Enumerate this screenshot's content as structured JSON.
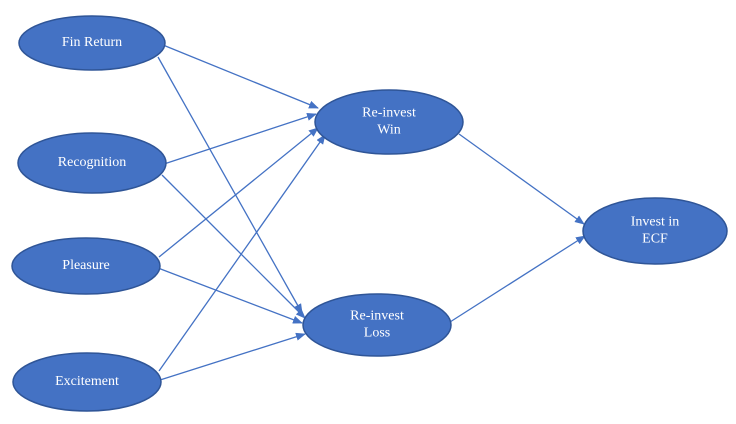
{
  "nodes": {
    "fin_return": {
      "label": [
        "Fin Return"
      ]
    },
    "recognition": {
      "label": [
        "Recognition"
      ]
    },
    "pleasure": {
      "label": [
        "Pleasure"
      ]
    },
    "excitement": {
      "label": [
        "Excitement"
      ]
    },
    "reinvest_win": {
      "label": [
        "Re-invest",
        "Win"
      ]
    },
    "reinvest_loss": {
      "label": [
        "Re-invest",
        "Loss"
      ]
    },
    "invest_ecf": {
      "label": [
        "Invest in",
        "ECF"
      ]
    }
  },
  "edges": [
    {
      "from": "fin_return",
      "to": "reinvest_win"
    },
    {
      "from": "fin_return",
      "to": "reinvest_loss"
    },
    {
      "from": "recognition",
      "to": "reinvest_win"
    },
    {
      "from": "recognition",
      "to": "reinvest_loss"
    },
    {
      "from": "pleasure",
      "to": "reinvest_win"
    },
    {
      "from": "pleasure",
      "to": "reinvest_loss"
    },
    {
      "from": "excitement",
      "to": "reinvest_win"
    },
    {
      "from": "excitement",
      "to": "reinvest_loss"
    },
    {
      "from": "reinvest_win",
      "to": "invest_ecf"
    },
    {
      "from": "reinvest_loss",
      "to": "invest_ecf"
    }
  ],
  "colors": {
    "node_fill": "#4472c4",
    "node_stroke": "#2f5597",
    "edge": "#4472c4",
    "text": "#ffffff"
  }
}
